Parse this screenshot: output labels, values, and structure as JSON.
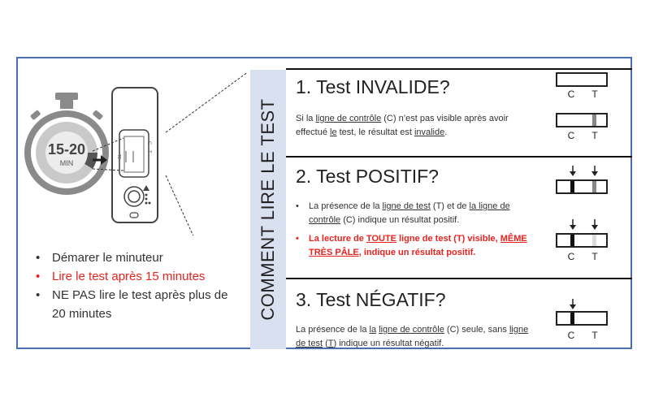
{
  "timer": {
    "range": "15-20",
    "unit": "MIN"
  },
  "device": {
    "marks": [
      "C",
      "T"
    ]
  },
  "left_instructions": [
    {
      "text": "Démarer le minuteur",
      "color": "#333333"
    },
    {
      "text": "Lire le test après 15 minutes",
      "color": "#e8231f"
    },
    {
      "text": "NE PAS lire le test après plus de 20 minutes",
      "color": "#333333"
    }
  ],
  "vertical_title": "COMMENT LIRE LE TEST",
  "sections": [
    {
      "heading": "1. Test INVALIDE?",
      "desc_parts": [
        "Si la ",
        "ligne de contrôle",
        " (C) n’est pas visible après avoir effectué ",
        "le",
        " test, le résultat est ",
        "invalide",
        "."
      ]
    },
    {
      "heading": "2. Test POSITIF?",
      "bullet1_parts": [
        "La présence de la ",
        "ligne de test",
        " (T) et de ",
        "la ligne de contrôle",
        " (C) indique un résultat positif."
      ],
      "bullet2_parts": [
        "La lecture de ",
        "TOUTE",
        " ligne de test (T) visible, ",
        "MÊME TRÈS PÂLE",
        ", indique un résultat positif."
      ]
    },
    {
      "heading": "3. Test NÉGATIF?",
      "desc_parts": [
        "La présence de la ",
        "la",
        " ",
        "ligne de contrôle",
        " (C) seule, sans ",
        "ligne de test",
        " (",
        "T",
        ") indique un résultat négatif."
      ]
    }
  ],
  "strip_labels": {
    "c": "C",
    "t": "T"
  },
  "colors": {
    "accent_blue": "#4a6fb0",
    "title_bar": "#d9e1f0",
    "warning_red": "#e8231f",
    "timer_grey": "#8a8a8a"
  }
}
